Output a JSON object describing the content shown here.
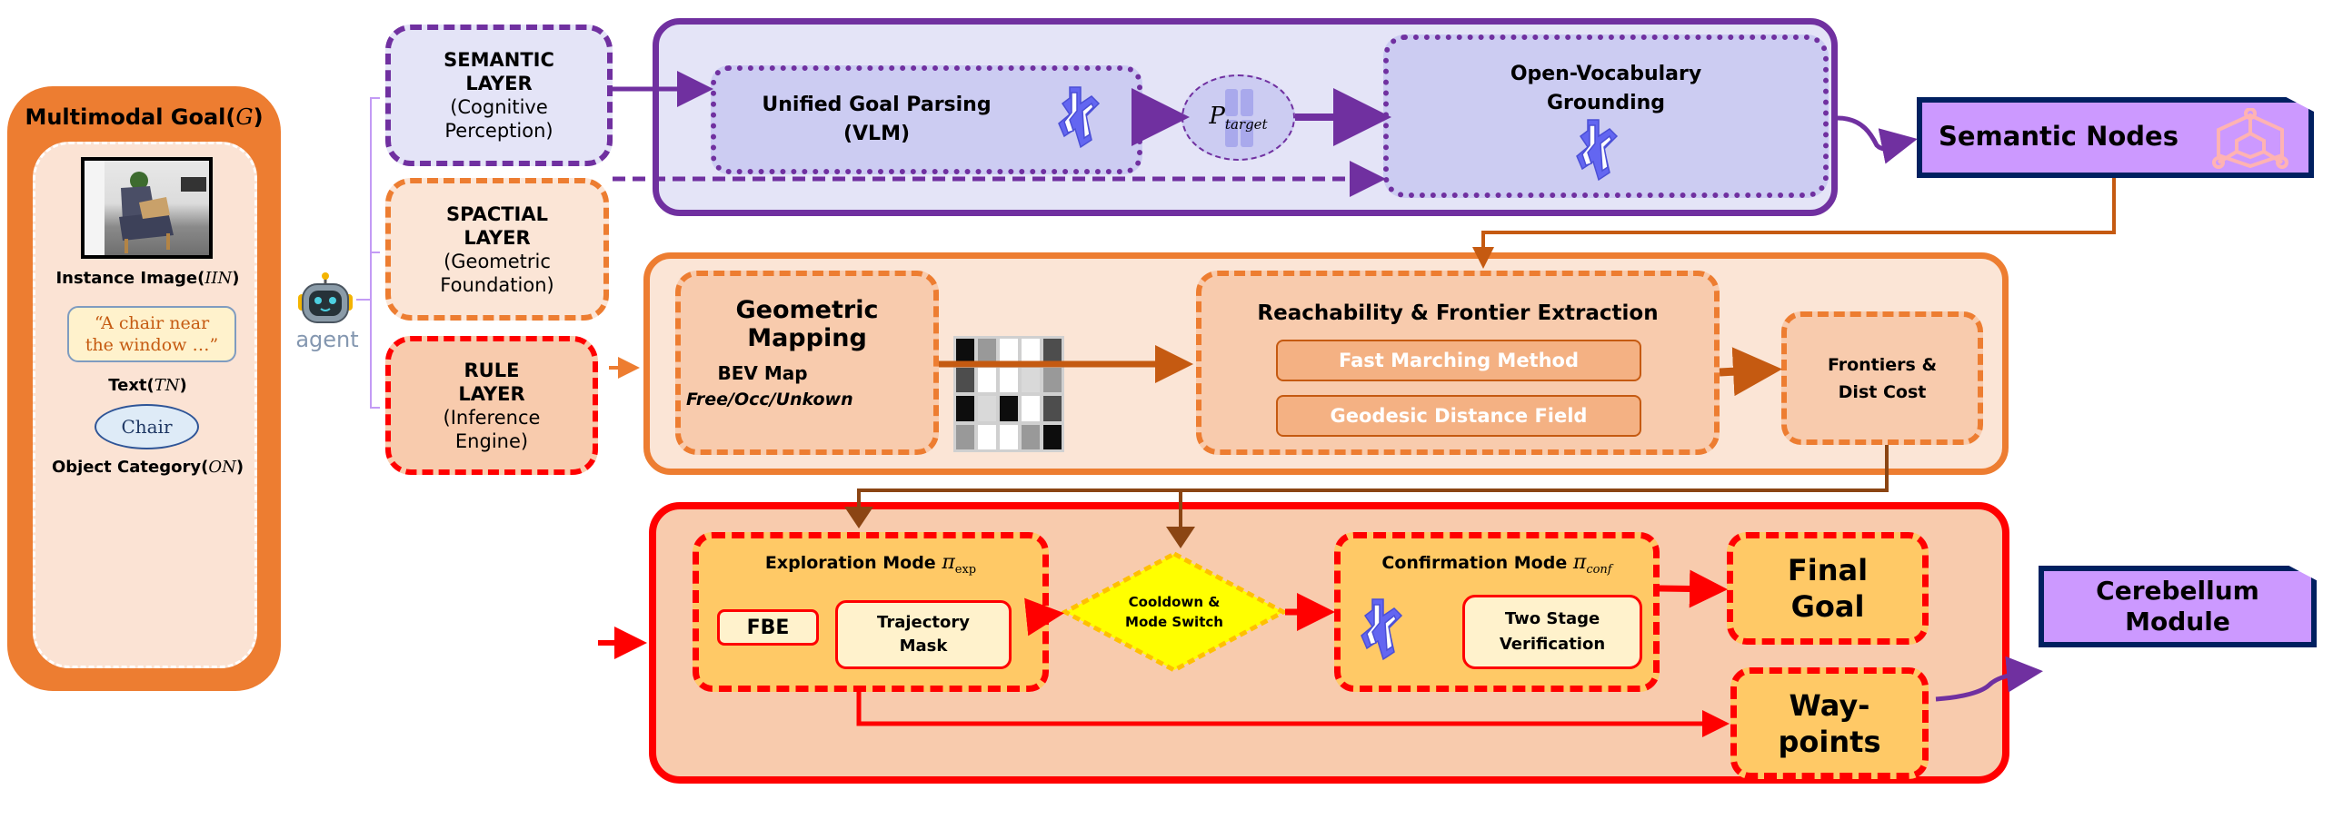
{
  "goal_panel": {
    "title": "Multimodal Goal(",
    "title_symbol": "G",
    "title_close": ")",
    "image_label": "Instance Image(",
    "image_symbol": "IIN",
    "text_quote_line1": "“A chair near",
    "text_quote_line2": "the window …”",
    "text_label": "Text(",
    "text_symbol": "TN",
    "category_value": "Chair",
    "category_label": "Object Category(",
    "category_symbol": "ON",
    "close_paren": ")"
  },
  "agent": {
    "label": "agent",
    "icon": "robot-icon"
  },
  "layers": {
    "semantic": {
      "line1": "SEMANTIC",
      "line2": "LAYER",
      "line3": "(Cognitive",
      "line4": "Perception)"
    },
    "spatial": {
      "line1": "SPACTIAL",
      "line2": "LAYER",
      "line3": "(Geometric",
      "line4": "Foundation)"
    },
    "rule": {
      "line1": "RULE",
      "line2": "LAYER",
      "line3": "(Inference",
      "line4": "Engine)"
    }
  },
  "semantic_row": {
    "goal_parsing_line1": "Unified Goal Parsing",
    "goal_parsing_line2": "(VLM)",
    "p_target_symbol": "P",
    "p_target_sub": "target",
    "grounding_line1": "Open-Vocabulary",
    "grounding_line2": "Grounding",
    "vlm_icon": "qwen-logo-icon"
  },
  "spatial_row": {
    "geometric_title": "Geometric Mapping",
    "bev_line1": "BEV Map",
    "bev_line2": "Free/Occ/Unkown",
    "bev_grid": [
      [
        0.05,
        0.6,
        1,
        1,
        0.3
      ],
      [
        0.3,
        1,
        1,
        0.85,
        0.6
      ],
      [
        0.05,
        0.85,
        0.05,
        1,
        0.3
      ],
      [
        0.6,
        1,
        1,
        0.6,
        0.05
      ]
    ],
    "reach_title": "Reachability & Frontier Extraction",
    "fmm": "Fast Marching Method",
    "gdf": "Geodesic Distance Field",
    "frontiers_line1": "Frontiers &",
    "frontiers_line2": "Dist Cost"
  },
  "rule_row": {
    "exploration_title": "Exploration Mode ",
    "exploration_pi": "π",
    "exploration_sub": "exp",
    "fbe": "FBE",
    "traj_line1": "Trajectory",
    "traj_line2": "Mask",
    "switch_line1": "Cooldown &",
    "switch_line2": "Mode Switch",
    "confirmation_title": "Confirmation Mode ",
    "confirmation_pi": "π",
    "confirmation_sub": "conf",
    "verify_line1": "Two Stage",
    "verify_line2": "Verification",
    "final_line1": "Final",
    "final_line2": "Goal",
    "way_line1": "Way-",
    "way_line2": "points"
  },
  "outputs": {
    "semantic_nodes": "Semantic Nodes",
    "semantic_nodes_icon": "graph-cube-icon",
    "cerebellum_line1": "Cerebellum",
    "cerebellum_line2": "Module"
  },
  "colors": {
    "purple": "#7030A0",
    "orange": "#ED7D31",
    "red": "#FF0000",
    "brown": "#8B4513",
    "lavender": "#CC99FF",
    "navy": "#002060"
  }
}
